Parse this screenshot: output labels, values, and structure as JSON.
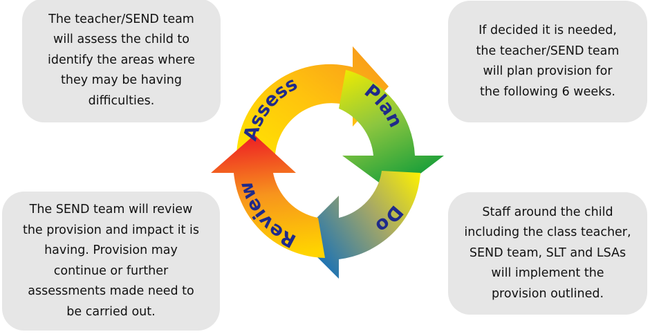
{
  "diagram": {
    "title": "Assess Plan Do Review cycle",
    "cycle": {
      "stages": [
        {
          "label": "Assess",
          "color_start": "#ffd400",
          "color_end": "#f7941d"
        },
        {
          "label": "Plan",
          "color_start": "#f2e600",
          "color_end": "#1aa03a"
        },
        {
          "label": "Do",
          "color_start": "#fff200",
          "color_end": "#1b6fb5"
        },
        {
          "label": "Review",
          "color_start": "#ffd800",
          "color_end": "#ed1c24"
        }
      ],
      "label_color": "#1f2a8a"
    },
    "boxes": {
      "assess": "The teacher/SEND team\nwill assess the child to\nidentify the areas where\nthey may be having\ndifficulties.",
      "plan": "If decided it is needed,\nthe teacher/SEND team\nwill plan provision for\nthe following 6 weeks.",
      "do": "Staff around the child\nincluding the class teacher,\nSEND team, SLT and LSAs\nwill implement the\nprovision outlined.",
      "review": "The SEND team will review\nthe provision and impact it is\nhaving. Provision may\ncontinue or further\nassessments made need to\nbe carried out."
    },
    "box_color": "#e6e6e6"
  }
}
